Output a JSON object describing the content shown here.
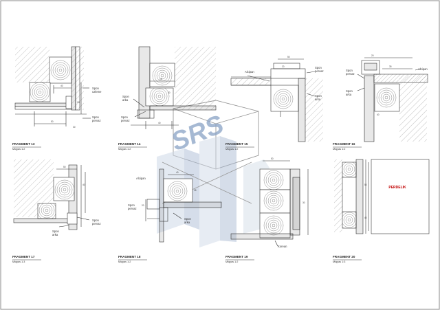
{
  "watermark": {
    "text": "SRS",
    "color": "#7d98bf"
  },
  "colors": {
    "line": "#333333",
    "hatch": "#9a9a9a",
    "accent": "#c00000",
    "border": "#888888"
  },
  "fragments": [
    {
      "title": "FRAGMENT 13",
      "scale": "Miqyas 1:2"
    },
    {
      "title": "FRAGMENT 14",
      "scale": "Miqyas 1:2"
    },
    {
      "title": "FRAGMENT 15",
      "scale": "Miqyas 1:2"
    },
    {
      "title": "FRAGMENT 16",
      "scale": "Miqyas 1:2"
    },
    {
      "title": "FRAGMENT 17",
      "scale": "Miqyas 1:3"
    },
    {
      "title": "FRAGMENT 18",
      "scale": "Miqyas 1:2"
    },
    {
      "title": "FRAGMENT 19",
      "scale": "Miqyas 1:2"
    },
    {
      "title": "FRAGMENT 20",
      "scale": "Miqyas 1:3"
    }
  ],
  "labels": {
    "f13_spon_uzleme": "Spon\nuzleme",
    "f13_spon_pervaz": "Spon\npervaz",
    "f14_spon_arka": "Spon\narka",
    "f14_spon_pervaz": "Spon\npervaz",
    "f15_alcipan": "Alcipan",
    "f15_spon_pervaz": "Spon\npervaz",
    "f15_spon_arka": "Spon\narka",
    "f16_spon_pervaz": "Spon\npervaz",
    "f16_spon_arka": "Spon\narka",
    "f16_alcipan": "Alcipan",
    "f17_spon_pervaz": "Spon\npervaz",
    "f17_spon_arka": "Spon\narka",
    "f18_alcipan": "Alcipan",
    "f18_spon_pervaz": "Spon\npervaz",
    "f18_spon_arka": "Spon\narka",
    "f19_korean": "Korean",
    "f20_perdelik": "PERDELIK"
  },
  "dims": {
    "d13a": "30",
    "d13b": "50",
    "d13c": "40",
    "d13d": "10",
    "d14a": "40",
    "d14b": "18",
    "d14c": "30",
    "d15a": "50",
    "d15b": "20",
    "d16a": "35",
    "d16b": "20",
    "d16c": "40",
    "d17a": "50",
    "d17b": "40",
    "d18a": "20",
    "d18b": "40",
    "d18c": "35",
    "d19a": "50",
    "d19b": "30",
    "d20a": "50",
    "d20b": "40"
  }
}
